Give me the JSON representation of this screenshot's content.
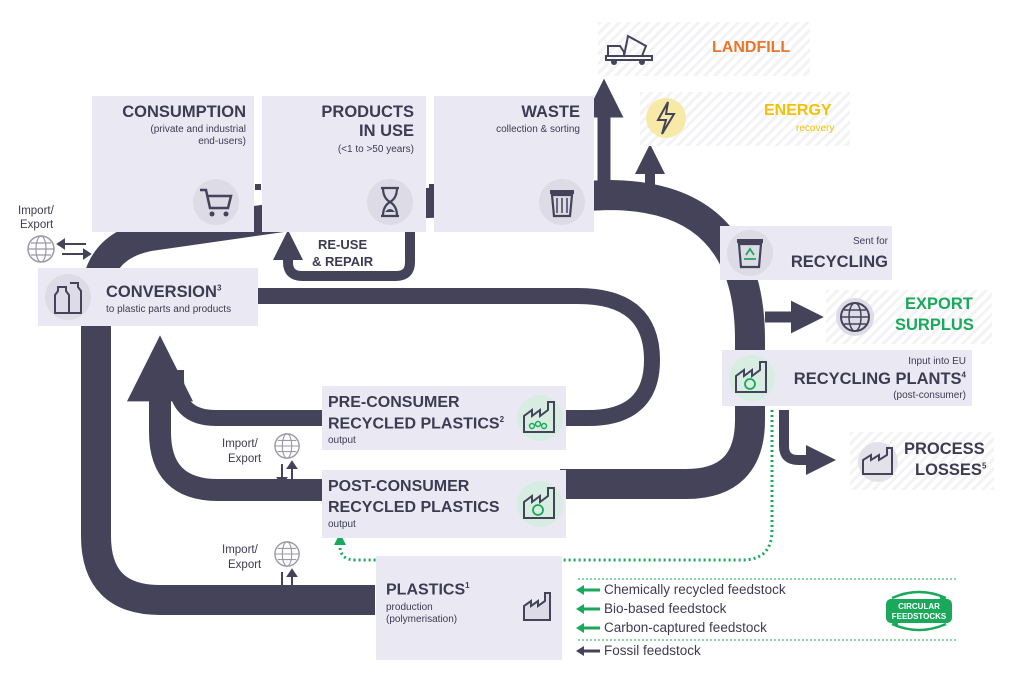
{
  "colors": {
    "flow": "#44435a",
    "box": "#eae9f3",
    "green": "#1aa85a",
    "orange": "#e8762b",
    "yellow": "#f2c200"
  },
  "consumption": {
    "title": "CONSUMPTION",
    "sub1": "(private and industrial",
    "sub2": "end-users)",
    "icon": "shopping-cart-icon"
  },
  "products": {
    "title1": "PRODUCTS",
    "title2": "IN USE",
    "sub": "(<1 to >50 years)",
    "icon": "hourglass-icon"
  },
  "waste": {
    "title": "WASTE",
    "sub": "collection & sorting",
    "icon": "trash-bin-icon"
  },
  "reuse": {
    "line1": "RE-USE",
    "line2": "& REPAIR"
  },
  "landfill": {
    "title": "LANDFILL",
    "icon": "dump-truck-icon"
  },
  "energy": {
    "title": "ENERGY",
    "sub": "recovery",
    "icon": "lightning-icon"
  },
  "recycling_sent": {
    "pre": "Sent for",
    "title": "RECYCLING",
    "icon": "recycling-bin-icon"
  },
  "export_surplus": {
    "line1": "EXPORT",
    "line2": "SURPLUS",
    "icon": "globe-icon"
  },
  "recycling_plants": {
    "pre": "Input into EU",
    "title": "RECYCLING PLANTS",
    "sup": "4",
    "sub": "(post-consumer)",
    "icon": "factory-icon"
  },
  "process_losses": {
    "line1": "PROCESS",
    "line2": "LOSSES",
    "sup": "5",
    "icon": "factory-icon"
  },
  "conversion": {
    "title": "CONVERSION",
    "sup": "3",
    "sub": "to plastic parts and products",
    "icon": "bottles-icon"
  },
  "pre_consumer": {
    "line1": "PRE-CONSUMER",
    "line2": "RECYCLED PLASTICS",
    "sup": "2",
    "sub": "output",
    "icon": "factory-pellets-icon"
  },
  "post_consumer": {
    "line1": "POST-CONSUMER",
    "line2": "RECYCLED PLASTICS",
    "sub": "output",
    "icon": "factory-recycle-icon"
  },
  "plastics": {
    "title": "PLASTICS",
    "sup": "1",
    "sub1": "production",
    "sub2": "(polymerisation)",
    "icon": "factory-icon"
  },
  "import_export": [
    {
      "line1": "Import/",
      "line2": "Export"
    },
    {
      "line1": "Import/",
      "line2": "Export"
    },
    {
      "line1": "Import/",
      "line2": "Export"
    }
  ],
  "feedstocks": [
    {
      "label": "Chemically recycled feedstock",
      "circular": true
    },
    {
      "label": "Bio-based feedstock",
      "circular": true
    },
    {
      "label": "Carbon-captured feedstock",
      "circular": true
    },
    {
      "label": "Fossil feedstock",
      "circular": false
    }
  ],
  "circular_badge": {
    "line1": "CIRCULAR",
    "line2": "FEEDSTOCKS"
  }
}
